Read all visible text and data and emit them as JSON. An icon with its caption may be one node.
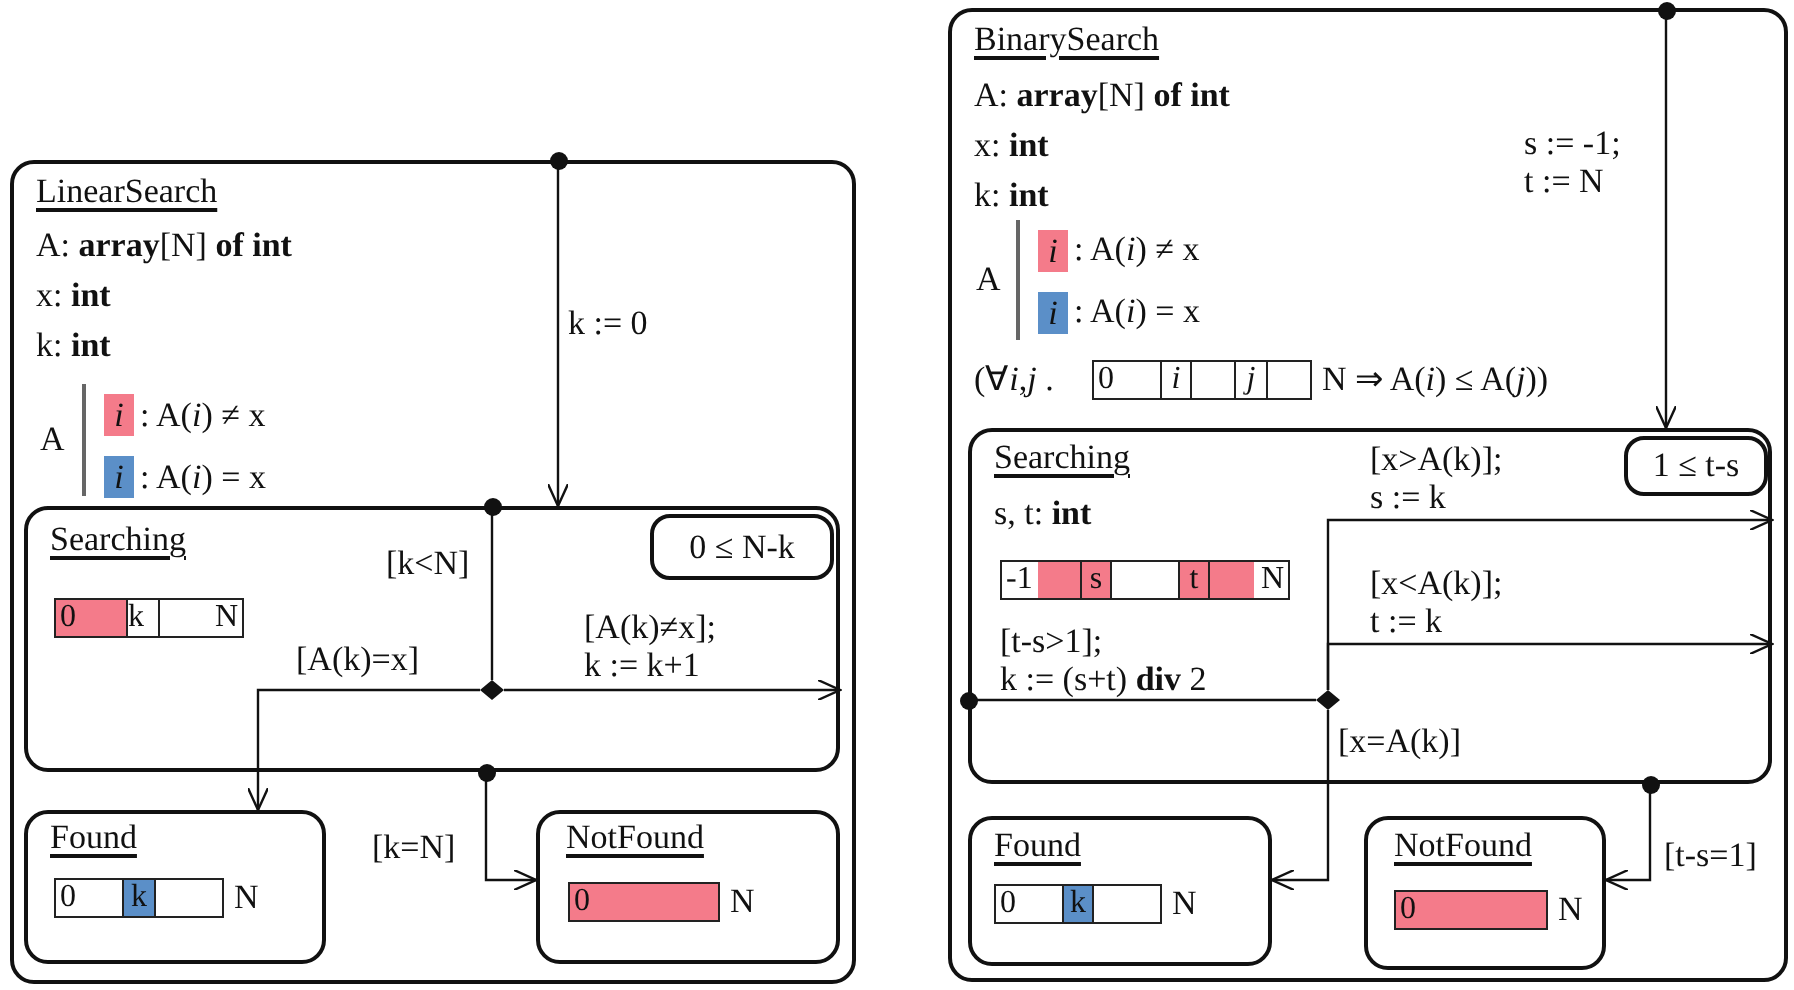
{
  "diagram": {
    "nodes": [
      {
        "text": [
          "LinearSearch",
          "A: **array**[N] **of int**",
          "x: **int**",
          "k: **int**",
          "A"
        ]
      },
      {
        "text": [],
        "shape": "circle"
      },
      {
        "text": [
          "Searching"
        ],
        "in": 0
      },
      {
        "text": [
          "0 ≤ N-k"
        ],
        "in": 2
      },
      {
        "text": [],
        "shape": "circle",
        "in": 0
      },
      {
        "text": [],
        "shape": "diamond",
        "in": 2
      },
      {
        "text": [],
        "shape": "circle",
        "in": 0
      },
      {
        "text": [
          "Found"
        ],
        "in": 0
      },
      {
        "text": [
          "NotFound"
        ],
        "in": 0
      },
      {
        "text": [
          "BinarySearch",
          "A: **array**[N] **of int**",
          "x: **int**",
          "k: **int**",
          "A",
          "(∀*i*,*j* .",
          "N ⇒ A(*i*) ≤ A(*j*))"
        ]
      },
      {
        "text": [],
        "shape": "circle"
      },
      {
        "text": [
          "Searching",
          "s, t: **int**"
        ],
        "in": 9
      },
      {
        "text": [
          "1 ≤ t-s"
        ],
        "in": 11
      },
      {
        "text": [],
        "shape": "circle",
        "in": 9
      },
      {
        "text": [],
        "shape": "diamond",
        "in": 11
      },
      {
        "text": [],
        "shape": "circle",
        "in": 9
      },
      {
        "text": [
          "Found"
        ],
        "in": 9
      },
      {
        "text": [
          "NotFound"
        ],
        "in": 9
      }
    ],
    "edges": [
      {
        "from": 1,
        "to": 2,
        "arrow": "to",
        "label": "k := 0"
      },
      {
        "from": 4,
        "to": 5,
        "arrow": "none",
        "label": "[k<N]"
      },
      {
        "from": 5,
        "to": 7,
        "arrow": "to",
        "label": "[A(k)=x]"
      },
      {
        "from": 5,
        "to": 2,
        "arrow": "to",
        "label": "[A(k)≠x]; k := k+1"
      },
      {
        "from": 6,
        "to": 8,
        "arrow": "to",
        "label": "[k=N]"
      },
      {
        "from": 10,
        "to": 11,
        "arrow": "to",
        "label": "s := -1; t := N"
      },
      {
        "from": 13,
        "to": 14,
        "arrow": "none",
        "label": "[t-s>1]; k := (s+t) **div** 2"
      },
      {
        "from": 14,
        "to": 11,
        "arrow": "to",
        "label": "[x>A(k)]; s := k"
      },
      {
        "from": 14,
        "to": 11,
        "arrow": "to",
        "label": "[x<A(k)]; t := k"
      },
      {
        "from": 14,
        "to": 16,
        "arrow": "to",
        "label": "[x=A(k)]"
      },
      {
        "from": 15,
        "to": 17,
        "arrow": "to",
        "label": "[t-s=1]"
      }
    ],
    "labels": [
      "i",
      "i",
      "0",
      "k",
      "N",
      "0",
      "k",
      "N",
      "0",
      "N",
      "i",
      "i",
      "0",
      "i",
      "j",
      "-1",
      "s",
      "t",
      "N",
      "0",
      "k",
      "N",
      "0",
      "N"
    ],
    "legend": [
      {
        "text": ": A(*i*) ≠ x",
        "color": "#f47b8a"
      },
      {
        "text": ": A(*i*) = x",
        "color": "#5b8fc8"
      },
      {
        "text": ": A(*i*) ≠ x",
        "color": "#f47b8a"
      },
      {
        "text": ": A(*i*) = x",
        "color": "#5b8fc8"
      }
    ]
  }
}
